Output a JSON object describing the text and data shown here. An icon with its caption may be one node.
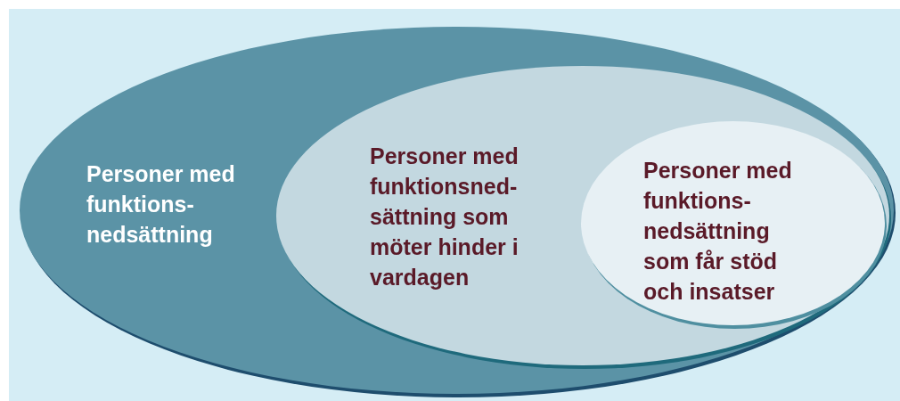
{
  "diagram": {
    "nodes": [
      {
        "text": [
          "Personer med funktions- nedsättning"
        ]
      },
      {
        "text": [
          "Personer med funktionsned- sättning som möter hinder i vardagen"
        ],
        "in": 0
      },
      {
        "text": [
          "Personer med funktions- nedsättning som får stöd och insatser"
        ],
        "in": 1
      }
    ]
  }
}
